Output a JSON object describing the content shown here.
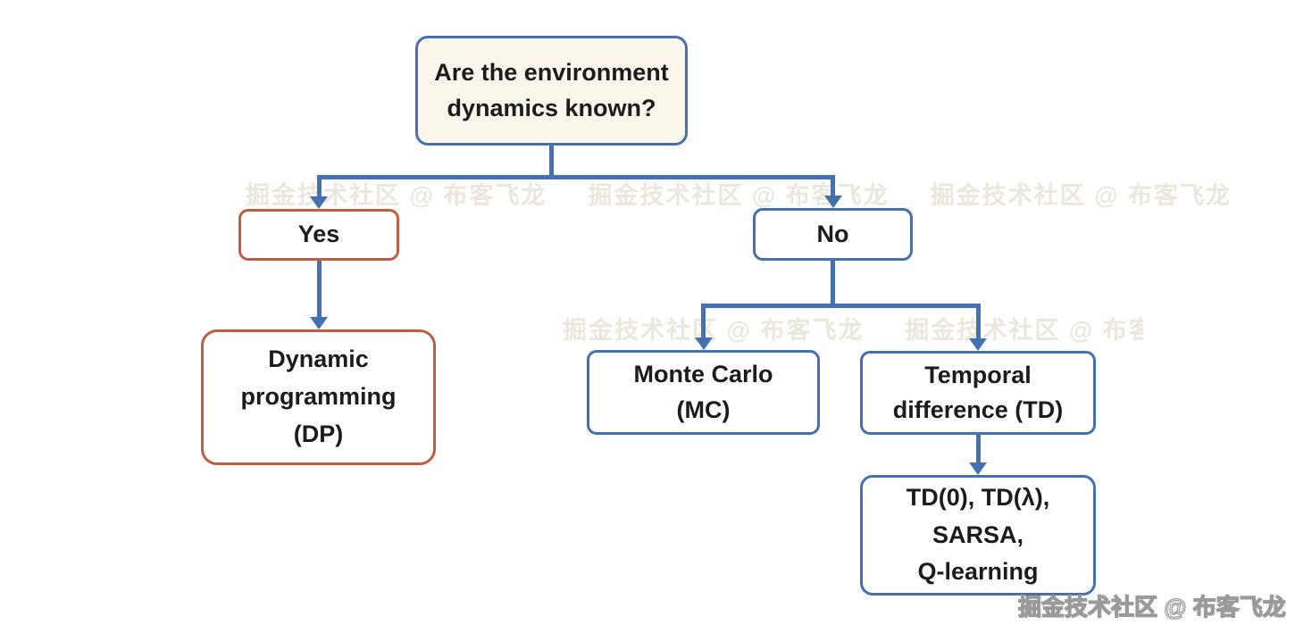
{
  "diagram": {
    "type": "flowchart",
    "nodes": {
      "question": "Are the environment\ndynamics known?",
      "yes": "Yes",
      "no": "No",
      "dp": "Dynamic\nprogramming\n(DP)",
      "mc": "Monte Carlo\n(MC)",
      "td": "Temporal\ndifference (TD)",
      "td_algorithms": "TD(0), TD(λ),\nSARSA,\nQ-learning"
    },
    "edges": [
      {
        "from": "question",
        "to": "yes"
      },
      {
        "from": "question",
        "to": "no"
      },
      {
        "from": "yes",
        "to": "dp"
      },
      {
        "from": "no",
        "to": "mc"
      },
      {
        "from": "no",
        "to": "td"
      },
      {
        "from": "td",
        "to": "td_algorithms"
      }
    ],
    "colors": {
      "connector_blue": "#4472B0",
      "box_border_blue": "#4472B0",
      "box_border_orange": "#C15E3F",
      "question_box_bg": "#FBF6EB",
      "box_bg": "#FFFFFF",
      "text": "#1C1C1C"
    }
  },
  "watermark": {
    "text": "掘金技术社区 @ 布客飞龙"
  }
}
